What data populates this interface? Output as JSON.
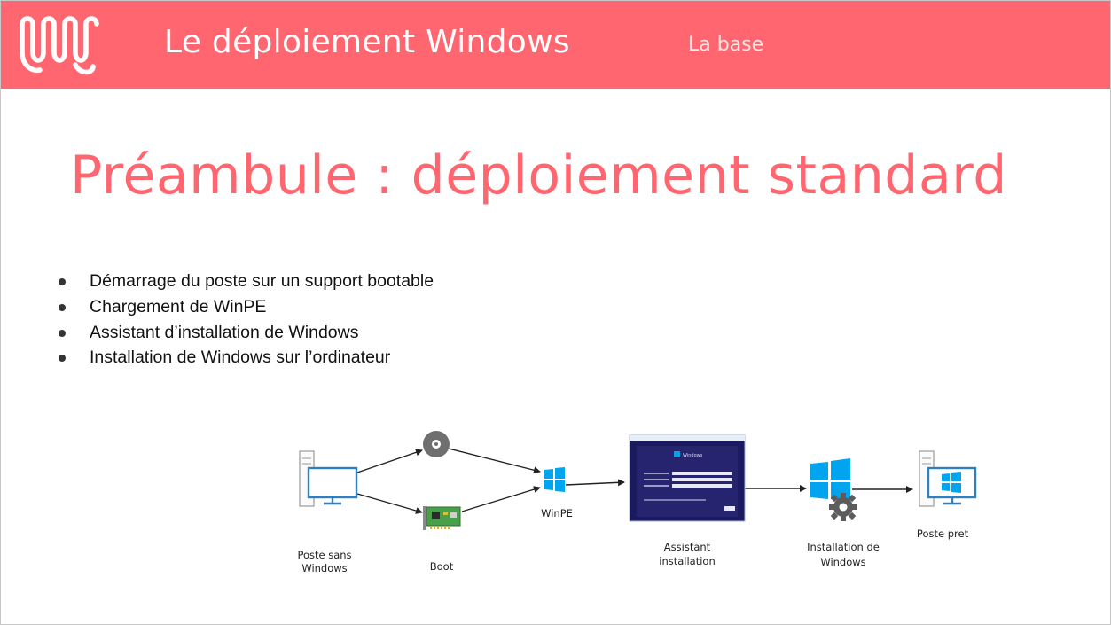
{
  "header": {
    "title": "Le déploiement Windows",
    "subtitle": "La base",
    "accent_color": "#ff6670",
    "logo": "brand-wave-logo"
  },
  "slide": {
    "title": "Préambule : déploiement standard",
    "bullets": [
      "Démarrage du poste sur un support bootable",
      "Chargement de WinPE",
      "Assistant d’installation de Windows",
      "Installation de Windows sur l’ordinateur"
    ]
  },
  "diagram": {
    "nodes": {
      "poste_sans": {
        "line1": "Poste sans",
        "line2": "Windows",
        "icon": "desktop-computer-icon"
      },
      "dvd": {
        "icon": "dvd-disc-icon"
      },
      "boot": {
        "label": "Boot",
        "icon": "network-card-icon"
      },
      "winpe": {
        "label": "WinPE",
        "icon": "windows-logo-icon"
      },
      "assistant": {
        "line1": "Assistant",
        "line2": "installation",
        "icon": "setup-window-icon",
        "screen_brand": "Windows"
      },
      "installation": {
        "line1": "Installation de",
        "line2": "Windows",
        "icon": "windows-gear-icon"
      },
      "poste_pret": {
        "label": "Poste pret",
        "icon": "windows-desktop-icon"
      }
    }
  }
}
